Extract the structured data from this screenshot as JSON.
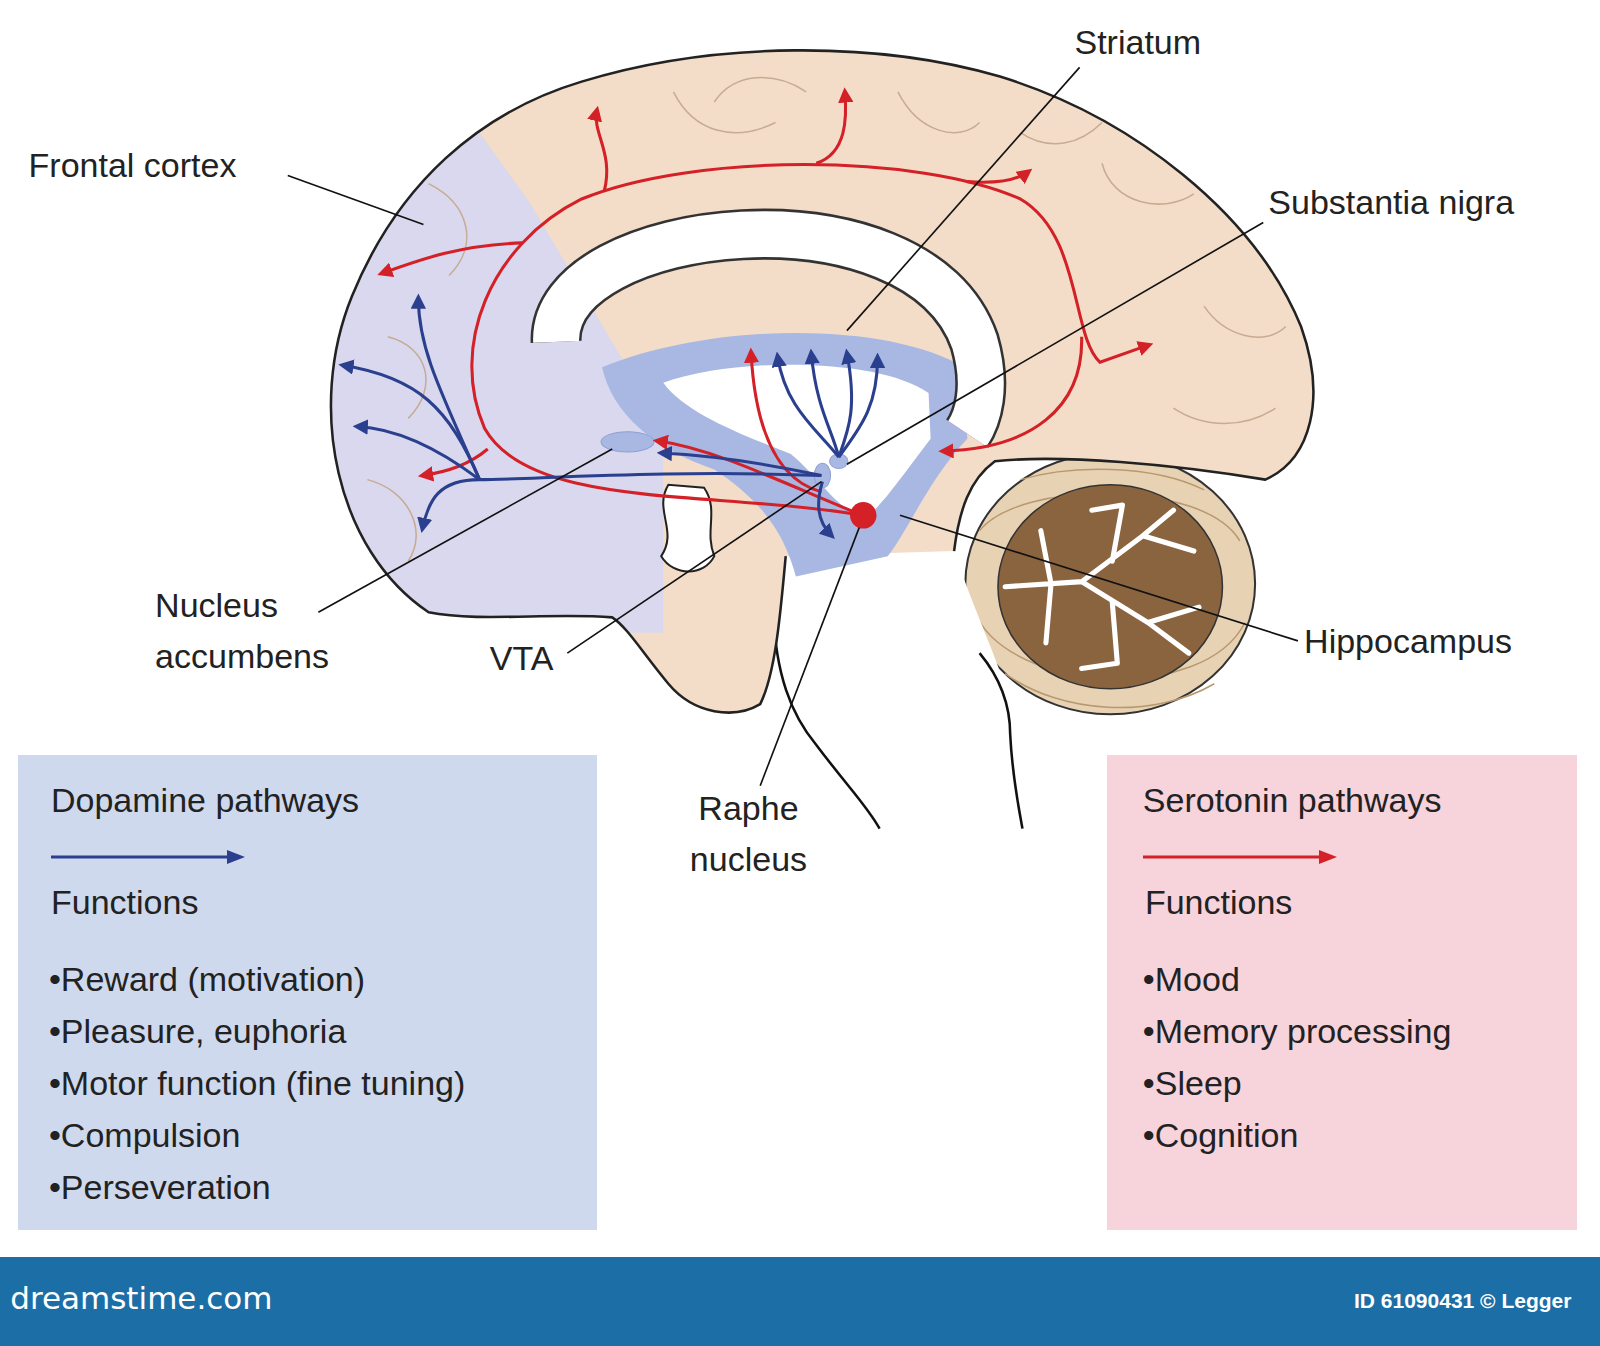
{
  "diagram": {
    "nodes": [
      {
        "text": [
          "Functions",
          "•Reward (motivation)",
          "•Pleasure, euphoria",
          "•Motor function (fine tuning)",
          "•Compulsion",
          "•Perseveration"
        ]
      },
      {
        "text": [
          "Functions",
          "•Mood",
          "•Memory processing",
          "•Sleep",
          "•Cognition"
        ]
      },
      {
        "text": [
          "dreamstime.com",
          "ID 61090431 © Legger"
        ]
      }
    ],
    "labels": [
      "Frontal cortex",
      "Striatum",
      "Substantia nigra",
      "Nucleus accumbens",
      "VTA",
      "Raphe nucleus",
      "Hippocampus"
    ],
    "legend": [
      {
        "text": "Dopamine pathways"
      },
      {
        "text": "Serotonin pathways"
      }
    ]
  }
}
